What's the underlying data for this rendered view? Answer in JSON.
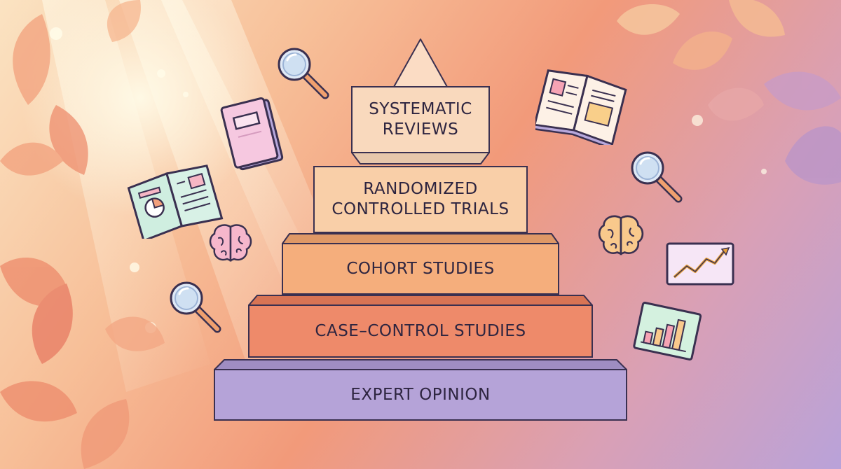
{
  "pyramid": {
    "tiers": [
      {
        "line1": "SYSTEMATIC",
        "line2": "REVIEWS",
        "color": "#f9d9bd"
      },
      {
        "line1": "RANDOMIZED",
        "line2": "CONTROLLED TRIALS",
        "color": "#f9cfa8"
      },
      {
        "line1": "COHORT STUDIES",
        "color": "#f5ae7c"
      },
      {
        "line1": "CASE–CONTROL STUDIES",
        "color": "#ee8a6a"
      },
      {
        "line1": "EXPERT OPINION",
        "color": "#b5a3d8"
      }
    ]
  },
  "colors": {
    "outline": "#3a3050",
    "peak": "#fbdcc4"
  },
  "icons": [
    "magnifier-icon",
    "book-icon",
    "open-book-icon",
    "brain-icon",
    "line-chart-icon",
    "bar-chart-icon"
  ]
}
